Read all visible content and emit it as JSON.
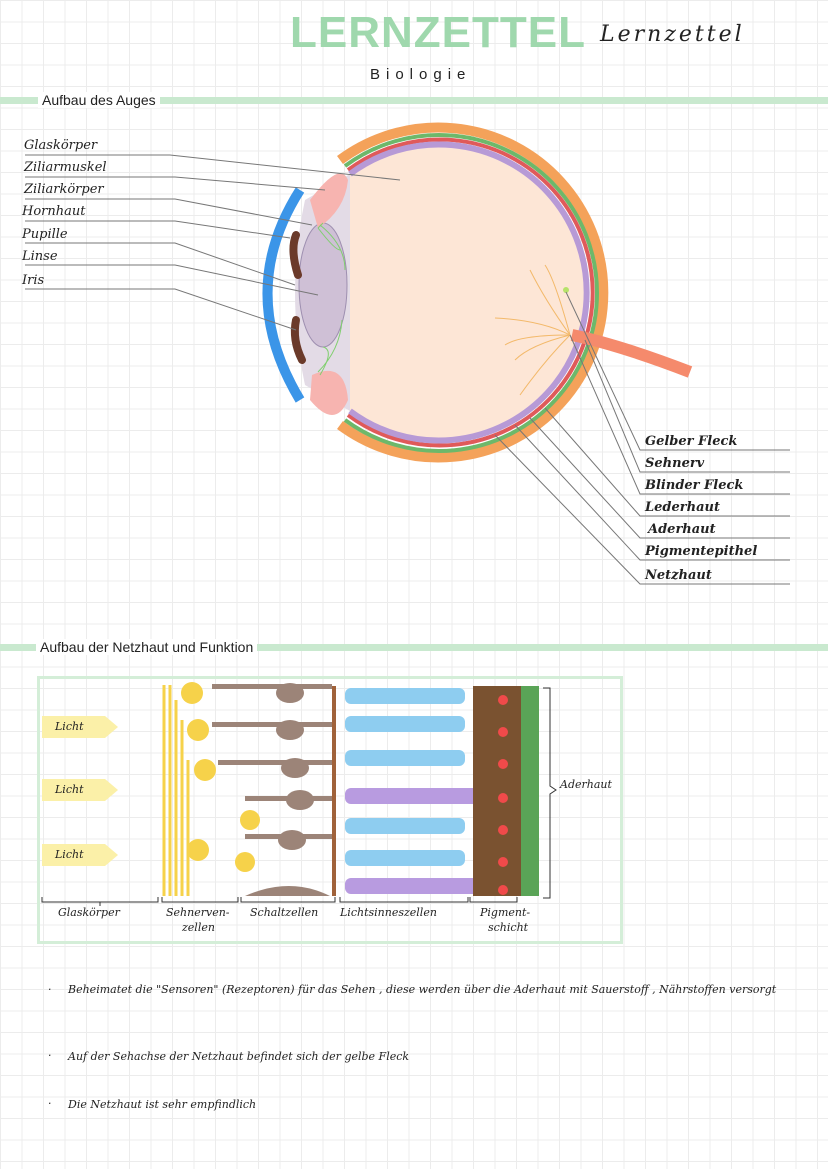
{
  "header": {
    "title": "LERNZETTEL",
    "script_title": "Lernzettel",
    "subject": "Biologie"
  },
  "section1": {
    "title": "Aufbau des Auges",
    "left_labels": [
      "Glaskörper",
      "Ziliarmuskel",
      "Ziliarkörper",
      "Hornhaut",
      "Pupille",
      "Linse",
      "Iris"
    ],
    "right_labels": [
      "Gelber Fleck",
      "Sehnerv",
      "Blinder Fleck",
      "Lederhaut",
      "Aderhaut",
      "Pigmentepithel",
      "Netzhaut"
    ]
  },
  "section2": {
    "title": "Aufbau der Netzhaut und Funktion",
    "light_labels": [
      "Licht",
      "Licht",
      "Licht"
    ],
    "side_label": "Aderhaut",
    "bottom_labels": [
      "Glaskörper",
      "Sehnerven-",
      "zellen",
      "Schaltzellen",
      "Lichtsinneszellen",
      "Pigment-",
      "schicht"
    ]
  },
  "notes": [
    {
      "line1": "Beheimatet die \"Sensoren\" (Rezeptoren) für das Sehen , diese werden über die Aderhaut mit Sauerstoff , Nährstoffen",
      "line2": "versorgt"
    },
    {
      "line1": "Auf der Sehachse der Netzhaut befindet sich der gelbe Fleck"
    },
    {
      "line1": "Die Netzhaut ist sehr empfindlich"
    }
  ],
  "colors": {
    "accent": "#c9e9cf",
    "sclera": "#f4a25a",
    "choroid": "#e05a5a",
    "retina": "#b79ad6",
    "cornea": "#3b95e8",
    "vitreous": "#fde6d6"
  }
}
